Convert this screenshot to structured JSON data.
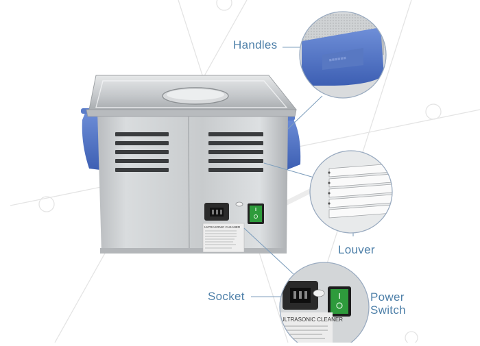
{
  "callouts": {
    "handles": "Handles",
    "louver": "Louver",
    "socket": "Socket",
    "power_switch": [
      "Power",
      "Switch"
    ]
  },
  "device_label": {
    "title": "ULTRASONIC CLEANER",
    "zoom_title": "ULTRASONIC CLEANER"
  },
  "colors": {
    "accent_text": "#4d7fa8",
    "handle_blue": "#4a6fc4",
    "steel": "#c9ccce",
    "switch_green": "#2e9b3c"
  }
}
